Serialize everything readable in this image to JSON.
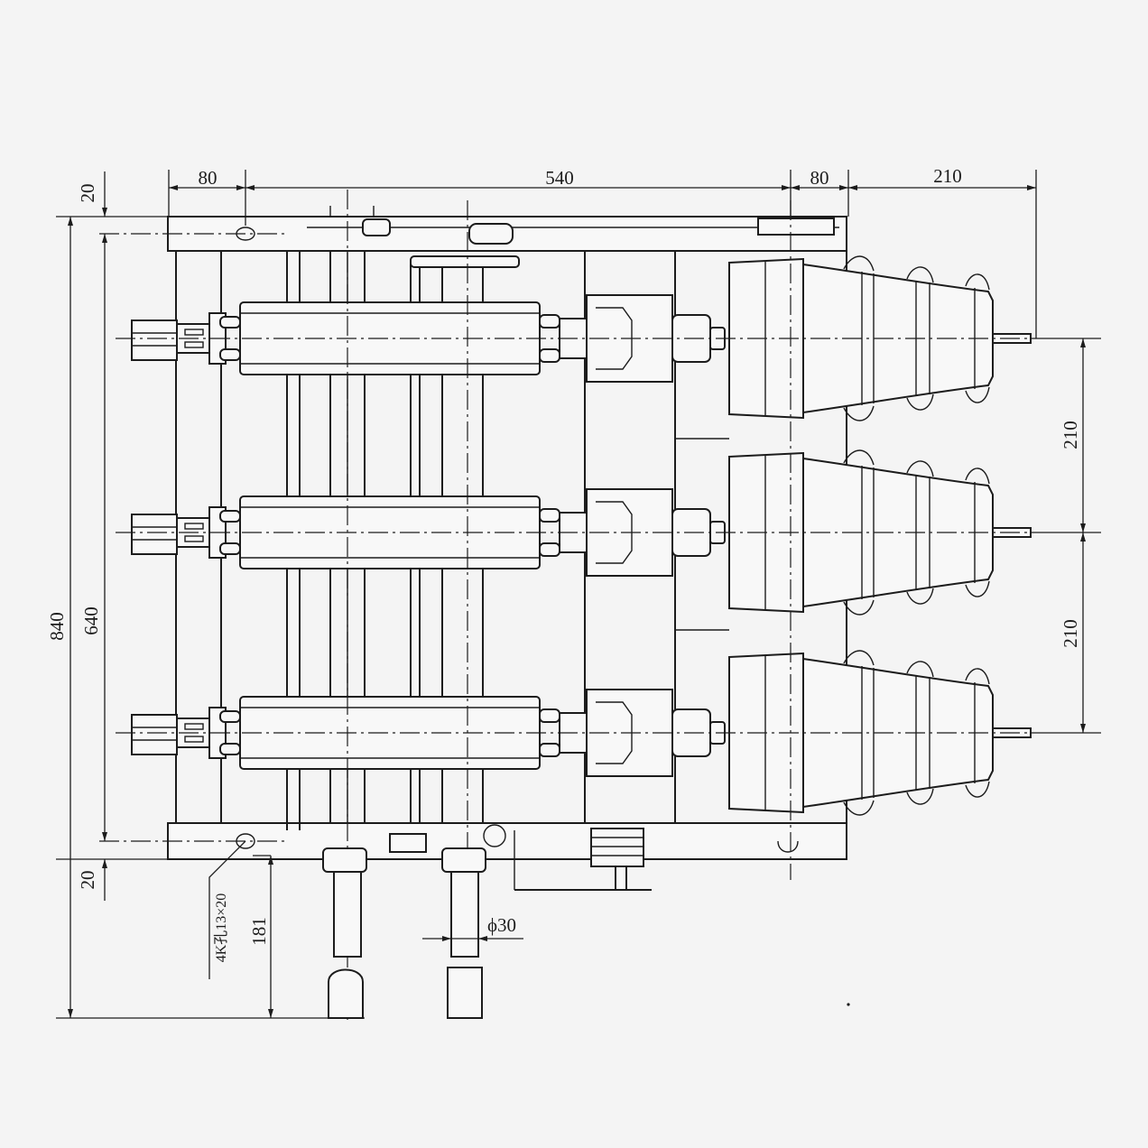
{
  "dimensions": {
    "top_left_offset": "80",
    "top_main_width": "540",
    "top_right_offset": "80",
    "top_terminal": "210",
    "top_margin": "20",
    "bottom_margin": "20",
    "overall_height": "840",
    "frame_height": "640",
    "phase_spacing_upper": "210",
    "phase_spacing_lower": "210",
    "shaft_extension": "181",
    "shaft_diameter": "ϕ30",
    "mounting_holes": "4K孔13×20"
  },
  "colors": {
    "line": "#1c1c1c",
    "background": "#f4f4f4"
  }
}
